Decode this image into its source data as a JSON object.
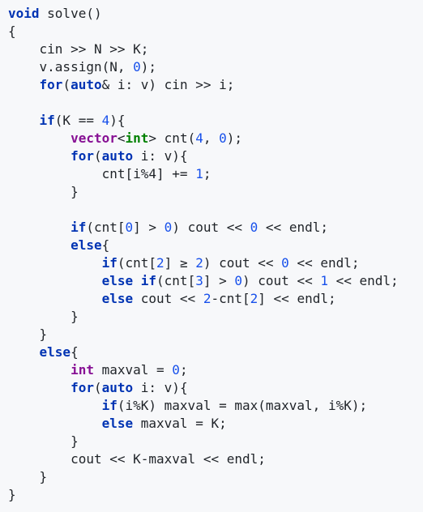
{
  "editor": {
    "language": "cpp",
    "colors": {
      "background": "#f7f8fa",
      "text": "#1f2328",
      "keyword": "#0033b3",
      "type": "#871094",
      "type_param": "#008000",
      "number": "#1750eb"
    },
    "lines": [
      [
        {
          "t": "void",
          "c": "kw"
        },
        {
          "t": " solve()",
          "c": "pl"
        }
      ],
      [
        {
          "t": "{",
          "c": "pl"
        }
      ],
      [
        {
          "t": "    cin >> N >> K;",
          "c": "pl"
        }
      ],
      [
        {
          "t": "    v.assign(N, ",
          "c": "pl"
        },
        {
          "t": "0",
          "c": "num"
        },
        {
          "t": ");",
          "c": "pl"
        }
      ],
      [
        {
          "t": "    ",
          "c": "pl"
        },
        {
          "t": "for",
          "c": "kw"
        },
        {
          "t": "(",
          "c": "pl"
        },
        {
          "t": "auto",
          "c": "kw"
        },
        {
          "t": "& i: v) cin >> i;",
          "c": "pl"
        }
      ],
      [
        {
          "t": "",
          "c": "pl"
        }
      ],
      [
        {
          "t": "    ",
          "c": "pl"
        },
        {
          "t": "if",
          "c": "kw"
        },
        {
          "t": "(K == ",
          "c": "pl"
        },
        {
          "t": "4",
          "c": "num"
        },
        {
          "t": "){",
          "c": "pl"
        }
      ],
      [
        {
          "t": "        ",
          "c": "pl"
        },
        {
          "t": "vector",
          "c": "ty"
        },
        {
          "t": "<",
          "c": "pl"
        },
        {
          "t": "int",
          "c": "ty2"
        },
        {
          "t": "> cnt(",
          "c": "pl"
        },
        {
          "t": "4",
          "c": "num"
        },
        {
          "t": ", ",
          "c": "pl"
        },
        {
          "t": "0",
          "c": "num"
        },
        {
          "t": ");",
          "c": "pl"
        }
      ],
      [
        {
          "t": "        ",
          "c": "pl"
        },
        {
          "t": "for",
          "c": "kw"
        },
        {
          "t": "(",
          "c": "pl"
        },
        {
          "t": "auto",
          "c": "kw"
        },
        {
          "t": " i: v){",
          "c": "pl"
        }
      ],
      [
        {
          "t": "            cnt[i%4] += ",
          "c": "pl"
        },
        {
          "t": "1",
          "c": "num"
        },
        {
          "t": ";",
          "c": "pl"
        }
      ],
      [
        {
          "t": "        }",
          "c": "pl"
        }
      ],
      [
        {
          "t": "",
          "c": "pl"
        }
      ],
      [
        {
          "t": "        ",
          "c": "pl"
        },
        {
          "t": "if",
          "c": "kw"
        },
        {
          "t": "(cnt[",
          "c": "pl"
        },
        {
          "t": "0",
          "c": "num"
        },
        {
          "t": "] > ",
          "c": "pl"
        },
        {
          "t": "0",
          "c": "num"
        },
        {
          "t": ") cout << ",
          "c": "pl"
        },
        {
          "t": "0",
          "c": "num"
        },
        {
          "t": " << endl;",
          "c": "pl"
        }
      ],
      [
        {
          "t": "        ",
          "c": "pl"
        },
        {
          "t": "else",
          "c": "kw"
        },
        {
          "t": "{",
          "c": "pl"
        }
      ],
      [
        {
          "t": "            ",
          "c": "pl"
        },
        {
          "t": "if",
          "c": "kw"
        },
        {
          "t": "(cnt[",
          "c": "pl"
        },
        {
          "t": "2",
          "c": "num"
        },
        {
          "t": "] ≥ ",
          "c": "pl"
        },
        {
          "t": "2",
          "c": "num"
        },
        {
          "t": ") cout << ",
          "c": "pl"
        },
        {
          "t": "0",
          "c": "num"
        },
        {
          "t": " << endl;",
          "c": "pl"
        }
      ],
      [
        {
          "t": "            ",
          "c": "pl"
        },
        {
          "t": "else if",
          "c": "kw"
        },
        {
          "t": "(cnt[",
          "c": "pl"
        },
        {
          "t": "3",
          "c": "num"
        },
        {
          "t": "] > ",
          "c": "pl"
        },
        {
          "t": "0",
          "c": "num"
        },
        {
          "t": ") cout << ",
          "c": "pl"
        },
        {
          "t": "1",
          "c": "num"
        },
        {
          "t": " << endl;",
          "c": "pl"
        }
      ],
      [
        {
          "t": "            ",
          "c": "pl"
        },
        {
          "t": "else",
          "c": "kw"
        },
        {
          "t": " cout << ",
          "c": "pl"
        },
        {
          "t": "2",
          "c": "num"
        },
        {
          "t": "-cnt[",
          "c": "pl"
        },
        {
          "t": "2",
          "c": "num"
        },
        {
          "t": "] << endl;",
          "c": "pl"
        }
      ],
      [
        {
          "t": "        }",
          "c": "pl"
        }
      ],
      [
        {
          "t": "    }",
          "c": "pl"
        }
      ],
      [
        {
          "t": "    ",
          "c": "pl"
        },
        {
          "t": "else",
          "c": "kw"
        },
        {
          "t": "{",
          "c": "pl"
        }
      ],
      [
        {
          "t": "        ",
          "c": "pl"
        },
        {
          "t": "int",
          "c": "ty"
        },
        {
          "t": " maxval = ",
          "c": "pl"
        },
        {
          "t": "0",
          "c": "num"
        },
        {
          "t": ";",
          "c": "pl"
        }
      ],
      [
        {
          "t": "        ",
          "c": "pl"
        },
        {
          "t": "for",
          "c": "kw"
        },
        {
          "t": "(",
          "c": "pl"
        },
        {
          "t": "auto",
          "c": "kw"
        },
        {
          "t": " i: v){",
          "c": "pl"
        }
      ],
      [
        {
          "t": "            ",
          "c": "pl"
        },
        {
          "t": "if",
          "c": "kw"
        },
        {
          "t": "(i%K) maxval = max(maxval, i%K);",
          "c": "pl"
        }
      ],
      [
        {
          "t": "            ",
          "c": "pl"
        },
        {
          "t": "else",
          "c": "kw"
        },
        {
          "t": " maxval = K;",
          "c": "pl"
        }
      ],
      [
        {
          "t": "        }",
          "c": "pl"
        }
      ],
      [
        {
          "t": "        cout << K-maxval << endl;",
          "c": "pl"
        }
      ],
      [
        {
          "t": "    }",
          "c": "pl"
        }
      ],
      [
        {
          "t": "}",
          "c": "pl"
        }
      ]
    ]
  }
}
